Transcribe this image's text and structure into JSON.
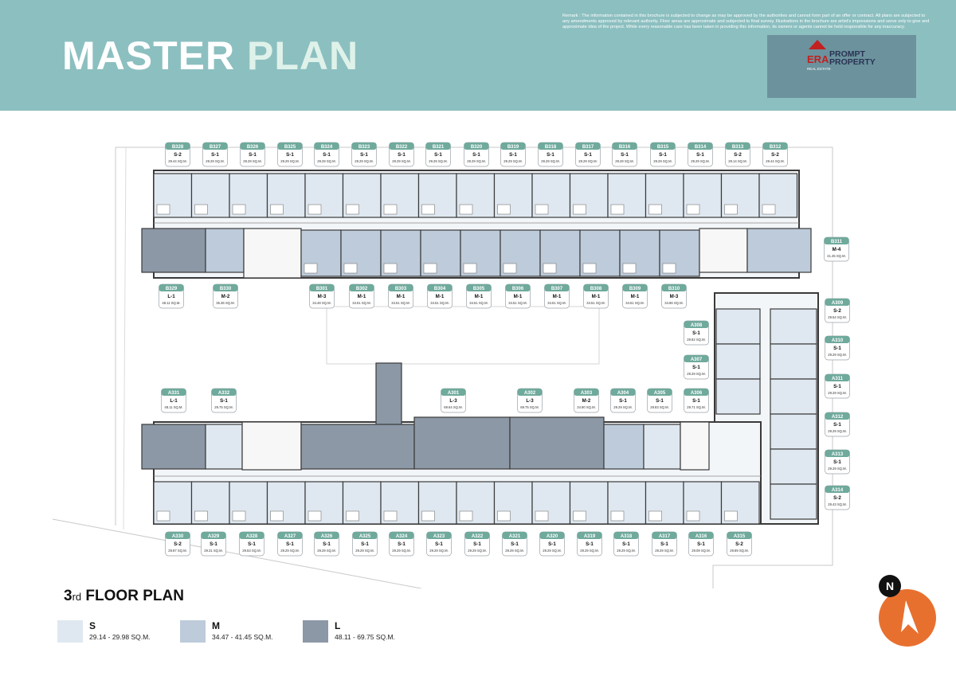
{
  "header": {
    "title_word1": "MASTER",
    "title_word2": "PLAN",
    "remark": "Remark : The information contained in this brochure is subjected to change as may be approved by the authorities and cannot form part of an offer or contract. All plans are subjected to any amendments approved by relevant authority. Floor areas are approximate and subjected to final survey. Illustrations in the brochure are artist's impressions and serve only to give and approximate idea of the project. While every reasonable care has been taken in providing this information, its owners or agents cannot be held responsible for any inaccuracy.",
    "logo": {
      "era": "ERA",
      "prompt": "PROMPT",
      "property": "PROPERTY",
      "sub": "REAL ESTATE"
    }
  },
  "floor": {
    "ordinal_num": "3",
    "ordinal_suffix": "rd",
    "label": "FLOOR PLAN"
  },
  "legend": [
    {
      "code": "S",
      "range": "29.14 - 29.98 SQ.M.",
      "color": "#dfe8f0"
    },
    {
      "code": "M",
      "range": "34.47 - 41.45 SQ.M.",
      "color": "#bdcbda"
    },
    {
      "code": "L",
      "range": "48.11 - 69.75 SQ.M.",
      "color": "#8c98a6"
    }
  ],
  "north_label": "N",
  "colors": {
    "header": "#8cbfc0",
    "unit_s": "#dfe8f0",
    "unit_m": "#bdcbda",
    "unit_l": "#8c98a6",
    "tag_green": "#6faa9c",
    "north": "#e8702f"
  },
  "unit_tags": [
    {
      "id": "B328",
      "type": "S-2",
      "area": "29.44 SQ.M."
    },
    {
      "id": "B327",
      "type": "S-1",
      "area": "29.29 SQ.M."
    },
    {
      "id": "B326",
      "type": "S-1",
      "area": "29.29 SQ.M."
    },
    {
      "id": "B325",
      "type": "S-1",
      "area": "29.29 SQ.M."
    },
    {
      "id": "B324",
      "type": "S-1",
      "area": "29.29 SQ.M."
    },
    {
      "id": "B323",
      "type": "S-1",
      "area": "29.29 SQ.M."
    },
    {
      "id": "B322",
      "type": "S-1",
      "area": "29.29 SQ.M."
    },
    {
      "id": "B321",
      "type": "S-1",
      "area": "29.29 SQ.M."
    },
    {
      "id": "B320",
      "type": "S-1",
      "area": "29.29 SQ.M."
    },
    {
      "id": "B319",
      "type": "S-1",
      "area": "29.29 SQ.M."
    },
    {
      "id": "B318",
      "type": "S-1",
      "area": "29.29 SQ.M."
    },
    {
      "id": "B317",
      "type": "S-1",
      "area": "29.29 SQ.M."
    },
    {
      "id": "B316",
      "type": "S-1",
      "area": "29.29 SQ.M."
    },
    {
      "id": "B315",
      "type": "S-1",
      "area": "29.29 SQ.M."
    },
    {
      "id": "B314",
      "type": "S-1",
      "area": "29.29 SQ.M."
    },
    {
      "id": "B313",
      "type": "S-2",
      "area": "29.14 SQ.M."
    },
    {
      "id": "B312",
      "type": "S-2",
      "area": "29.44 SQ.M."
    },
    {
      "id": "B311",
      "type": "M-4",
      "area": "41.45 SQ.M."
    },
    {
      "id": "B329",
      "type": "L-1",
      "area": "48.11 SQ.M."
    },
    {
      "id": "B330",
      "type": "M-2",
      "area": "35.36 SQ.M."
    },
    {
      "id": "B301",
      "type": "M-3",
      "area": "34.48 SQ.M."
    },
    {
      "id": "B302",
      "type": "M-1",
      "area": "34.51 SQ.M."
    },
    {
      "id": "B303",
      "type": "M-1",
      "area": "34.51 SQ.M."
    },
    {
      "id": "B304",
      "type": "M-1",
      "area": "34.51 SQ.M."
    },
    {
      "id": "B305",
      "type": "M-1",
      "area": "34.51 SQ.M."
    },
    {
      "id": "B306",
      "type": "M-1",
      "area": "34.51 SQ.M."
    },
    {
      "id": "B307",
      "type": "M-1",
      "area": "34.51 SQ.M."
    },
    {
      "id": "B308",
      "type": "M-1",
      "area": "34.51 SQ.M."
    },
    {
      "id": "B309",
      "type": "M-1",
      "area": "34.51 SQ.M."
    },
    {
      "id": "B310",
      "type": "M-3",
      "area": "34.86 SQ.M."
    },
    {
      "id": "A308",
      "type": "S-1",
      "area": "29.82 SQ.M."
    },
    {
      "id": "A307",
      "type": "S-1",
      "area": "29.29 SQ.M."
    },
    {
      "id": "A306",
      "type": "S-1",
      "area": "29.71 SQ.M."
    },
    {
      "id": "A309",
      "type": "S-2",
      "area": "29.54 SQ.M."
    },
    {
      "id": "A310",
      "type": "S-1",
      "area": "29.29 SQ.M."
    },
    {
      "id": "A311",
      "type": "S-1",
      "area": "29.29 SQ.M."
    },
    {
      "id": "A312",
      "type": "S-1",
      "area": "29.29 SQ.M."
    },
    {
      "id": "A313",
      "type": "S-1",
      "area": "29.29 SQ.M."
    },
    {
      "id": "A314",
      "type": "S-2",
      "area": "29.43 SQ.M."
    },
    {
      "id": "A331",
      "type": "L-1",
      "area": "48.11 SQ.M."
    },
    {
      "id": "A332",
      "type": "S-1",
      "area": "29.75 SQ.M."
    },
    {
      "id": "A301",
      "type": "L-3",
      "area": "69.64 SQ.M."
    },
    {
      "id": "A302",
      "type": "L-3",
      "area": "69.75 SQ.M."
    },
    {
      "id": "A303",
      "type": "M-2",
      "area": "34.90 SQ.M."
    },
    {
      "id": "A304",
      "type": "S-1",
      "area": "29.29 SQ.M."
    },
    {
      "id": "A305",
      "type": "S-1",
      "area": "29.83 SQ.M."
    },
    {
      "id": "A330",
      "type": "S-2",
      "area": "29.87 SQ.M."
    },
    {
      "id": "A329",
      "type": "S-1",
      "area": "29.31 SQ.M."
    },
    {
      "id": "A328",
      "type": "S-1",
      "area": "29.53 SQ.M."
    },
    {
      "id": "A327",
      "type": "S-1",
      "area": "29.29 SQ.M."
    },
    {
      "id": "A326",
      "type": "S-1",
      "area": "29.29 SQ.M."
    },
    {
      "id": "A325",
      "type": "S-1",
      "area": "29.29 SQ.M."
    },
    {
      "id": "A324",
      "type": "S-1",
      "area": "29.29 SQ.M."
    },
    {
      "id": "A323",
      "type": "S-1",
      "area": "29.29 SQ.M."
    },
    {
      "id": "A322",
      "type": "S-1",
      "area": "29.29 SQ.M."
    },
    {
      "id": "A321",
      "type": "S-1",
      "area": "29.29 SQ.M."
    },
    {
      "id": "A320",
      "type": "S-1",
      "area": "29.29 SQ.M."
    },
    {
      "id": "A319",
      "type": "S-1",
      "area": "29.29 SQ.M."
    },
    {
      "id": "A318",
      "type": "S-1",
      "area": "29.29 SQ.M."
    },
    {
      "id": "A317",
      "type": "S-1",
      "area": "29.29 SQ.M."
    },
    {
      "id": "A316",
      "type": "S-1",
      "area": "29.09 SQ.M."
    },
    {
      "id": "A315",
      "type": "S-2",
      "area": "29.89 SQ.M."
    }
  ]
}
